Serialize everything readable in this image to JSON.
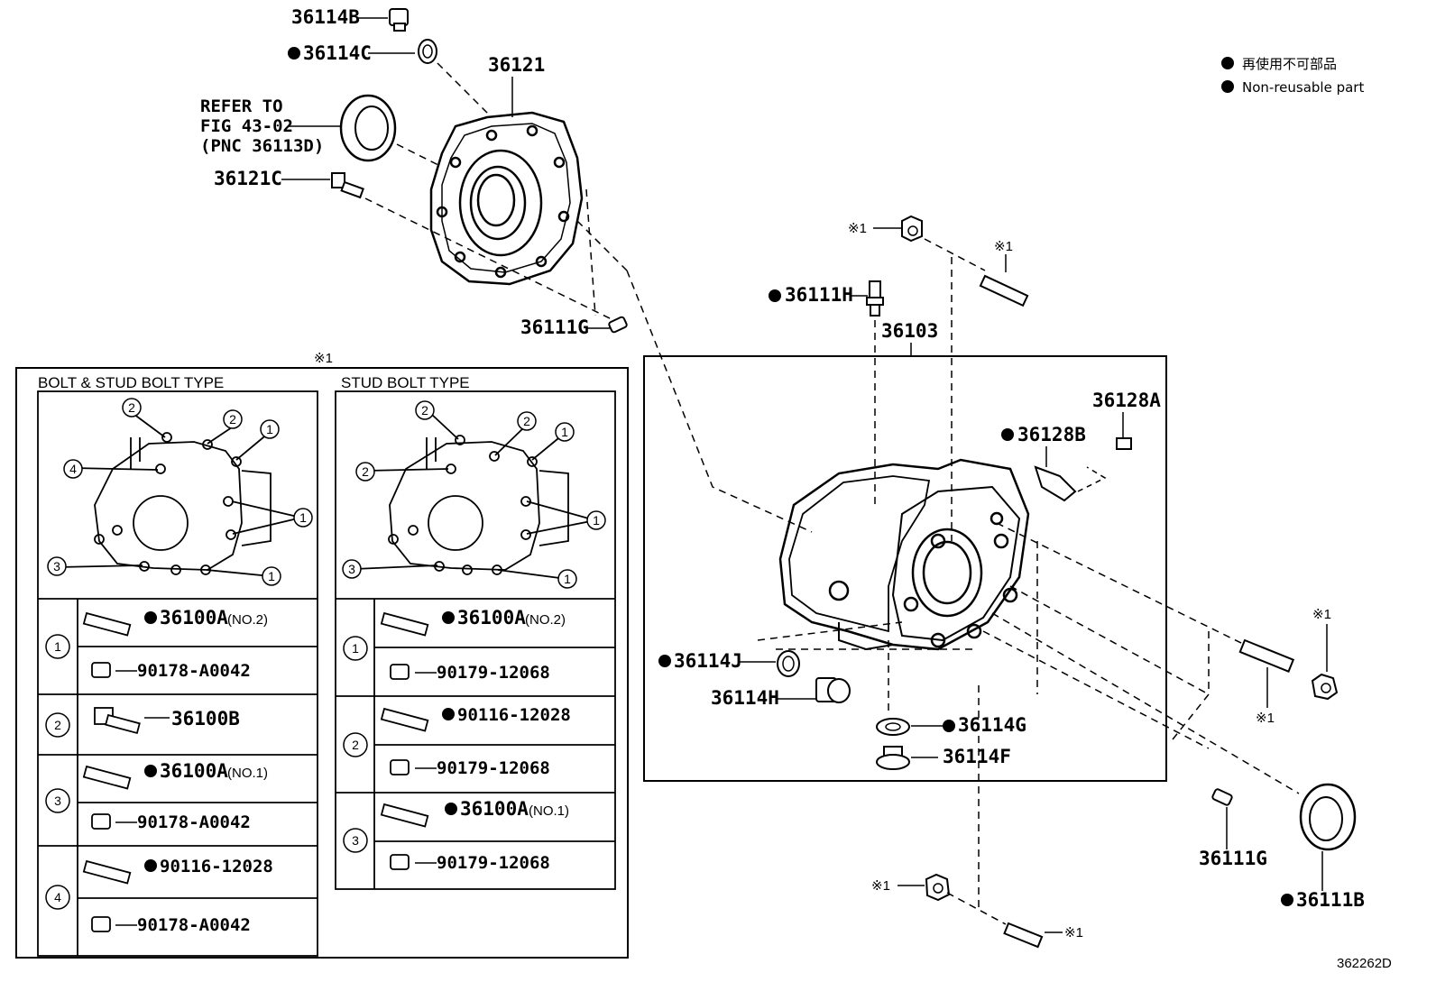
{
  "diagram_id": "362262D",
  "legend": {
    "line1": "再使用不可部品",
    "line2": "Non-reusable part"
  },
  "note_mark": "※1",
  "refer": {
    "line1": "REFER TO",
    "line2": "FIG 43-02",
    "line3": "(PNC 36113D)"
  },
  "parts": {
    "p36114B": "36114B",
    "p36114C": "36114C",
    "p36121": "36121",
    "p36121C": "36121C",
    "p36111G_top": "36111G",
    "p36111H": "36111H",
    "p36103": "36103",
    "p36128A": "36128A",
    "p36128B": "36128B",
    "p36114J": "36114J",
    "p36114H": "36114H",
    "p36114G": "36114G",
    "p36114F": "36114F",
    "p36111G_bottom": "36111G",
    "p36111B": "36111B"
  },
  "inset": {
    "left": {
      "title": "BOLT & STUD BOLT TYPE",
      "rows": [
        {
          "num": "1",
          "a": "36100A",
          "a_sub": "(NO.2)",
          "b": "90178-A0042"
        },
        {
          "num": "2",
          "a": "36100B",
          "a_sub": "",
          "b": ""
        },
        {
          "num": "3",
          "a": "36100A",
          "a_sub": "(NO.1)",
          "b": "90178-A0042"
        },
        {
          "num": "4",
          "a": "90116-12028",
          "a_sub": "",
          "b": "90178-A0042"
        }
      ]
    },
    "right": {
      "title": "STUD BOLT TYPE",
      "rows": [
        {
          "num": "1",
          "a": "36100A",
          "a_sub": "(NO.2)",
          "b": "90179-12068"
        },
        {
          "num": "2",
          "a": "90116-12028",
          "a_sub": "",
          "b": "90179-12068"
        },
        {
          "num": "3",
          "a": "36100A",
          "a_sub": "(NO.1)",
          "b": "90179-12068"
        }
      ]
    },
    "circle_labels": [
      "1",
      "2",
      "3",
      "4"
    ]
  }
}
